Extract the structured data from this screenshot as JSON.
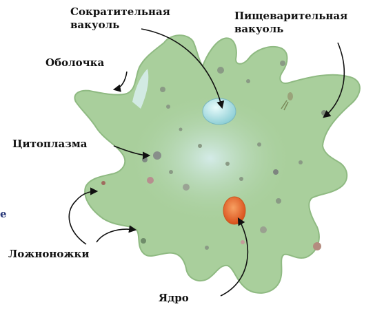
{
  "labels": {
    "contractile": "Сократительная\nвакуоль",
    "digestive": "Пищеварительная\nвакуоль",
    "membrane": "Оболочка",
    "cytoplasm": "Цитоплазма",
    "pseudopods": "Ложноножки",
    "nucleus": "Ядро"
  },
  "edge_fragment": "е",
  "colors": {
    "body_fill": "#a9cf9c",
    "body_edge": "#8fba82",
    "inner_fill": "#c9e3dc",
    "vacuole": "#c4ebee",
    "nucleus": "#e86a2a",
    "arrow": "#111111"
  }
}
